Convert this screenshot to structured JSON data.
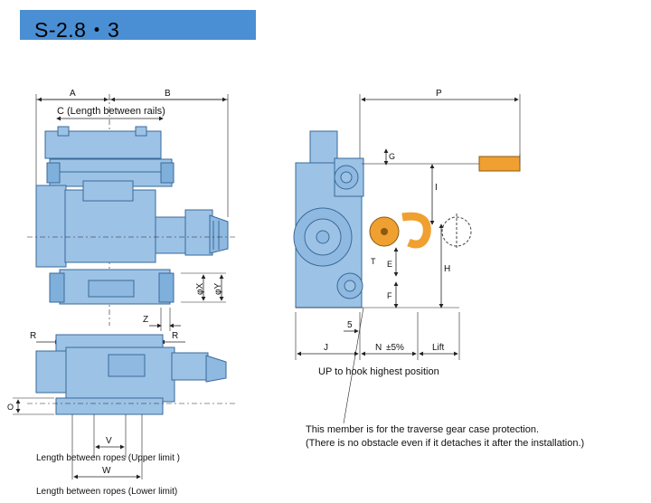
{
  "title": "S-2.8・3",
  "front_view": {
    "dim_a": "A",
    "dim_b": "B",
    "rail_length_label": "C (Length between rails)",
    "phi_x": "φX",
    "phi_y": "φY",
    "dim_z": "Z"
  },
  "side_view": {
    "dim_p": "P",
    "dim_g": "G",
    "dim_i": "I",
    "dim_e": "E",
    "dim_h": "H",
    "dim_t": "T",
    "dim_f": "F",
    "dim_5": "5",
    "dim_j": "J",
    "dim_n": "N",
    "tolerance": "±5%",
    "lift": "Lift",
    "hook_note": "UP to hook highest position"
  },
  "bottom_view": {
    "dim_r_left": "R",
    "dim_r_right": "R",
    "dim_o": "O",
    "dim_v": "V",
    "dim_w": "W",
    "upper_limit_label": "Length between ropes (Upper limit )",
    "lower_limit_label": "Length between ropes (Lower limit)"
  },
  "note": {
    "line1": "This member is for the traverse gear case protection.",
    "line2": "(There is no obstacle even if it detaches it after the installation.)"
  },
  "colors": {
    "title_bar": "#4a8fd4",
    "body_fill": "#9cc3e6",
    "body_stroke": "#3a6a9a",
    "hook_fill": "#f0a030",
    "pendant_fill": "#f0a030"
  }
}
